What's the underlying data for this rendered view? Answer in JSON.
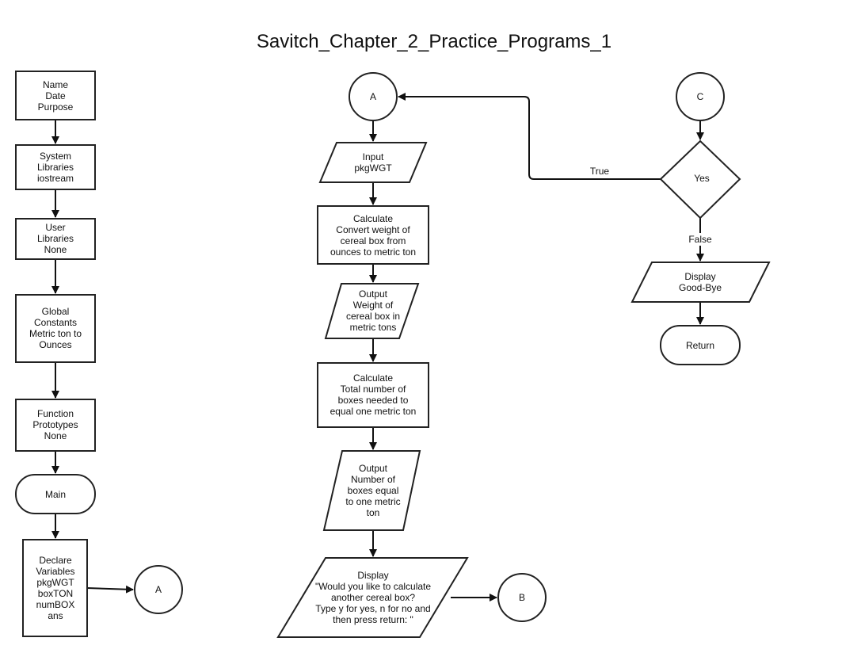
{
  "title": "Savitch_Chapter_2_Practice_Programs_1",
  "nodes": {
    "name_box": [
      "Name",
      "Date",
      "Purpose"
    ],
    "system_libraries": [
      "System",
      "Libraries",
      "iostream"
    ],
    "user_libraries": [
      "User",
      "Libraries",
      "None"
    ],
    "global_constants": [
      "Global",
      "Constants",
      "Metric ton to",
      "Ounces"
    ],
    "function_prototypes": [
      "Function",
      "Prototypes",
      "None"
    ],
    "main": [
      "Main"
    ],
    "declare_variables": [
      "Declare",
      "Variables",
      "pkgWGT",
      "boxTON",
      "numBOX",
      "ans"
    ],
    "connector_a_left": [
      "A"
    ],
    "connector_a_top": [
      "A"
    ],
    "input_pkgwgt": [
      "Input",
      "pkgWGT"
    ],
    "calculate_convert": [
      "Calculate",
      "Convert weight of",
      "cereal box from",
      "ounces to metric ton"
    ],
    "output_weight": [
      "Output",
      "Weight of",
      "cereal box in",
      "metric tons"
    ],
    "calculate_total": [
      "Calculate",
      "Total number of",
      "boxes needed to",
      "equal one metric ton"
    ],
    "output_number": [
      "Output",
      "Number of",
      "boxes equal",
      "to one metric",
      "ton"
    ],
    "display_prompt": [
      "Display",
      "\"Would you like to calculate",
      "another cereal box?",
      "Type y for yes, n for no and",
      "then press return: \""
    ],
    "connector_b": [
      "B"
    ],
    "connector_c": [
      "C"
    ],
    "decision_yes": [
      "Yes"
    ],
    "display_goodbye": [
      "Display",
      "Good-Bye"
    ],
    "return": [
      "Return"
    ]
  },
  "edge_labels": {
    "true_label": "True",
    "false_label": "False"
  }
}
